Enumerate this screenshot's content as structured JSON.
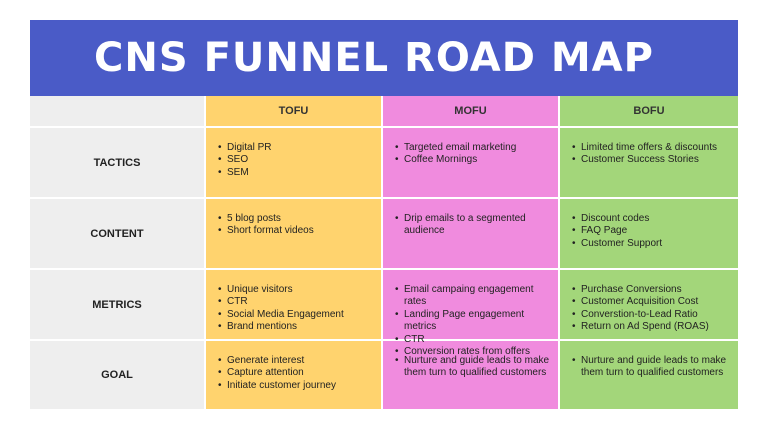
{
  "title": "CNS FUNNEL ROAD MAP",
  "columns": [
    "TOFU",
    "MOFU",
    "BOFU"
  ],
  "colors": {
    "banner": "#4a5bc7",
    "tofu": "#ffd36e",
    "mofu": "#f08bde",
    "bofu": "#a3d67a",
    "label_bg": "#eeeeee"
  },
  "rows": [
    {
      "label": "TACTICS",
      "tofu": [
        "Digital PR",
        "SEO",
        "SEM"
      ],
      "mofu": [
        "Targeted email marketing",
        "Coffee Mornings"
      ],
      "bofu": [
        "Limited time offers & discounts",
        "Customer Success Stories"
      ]
    },
    {
      "label": "CONTENT",
      "tofu": [
        "5 blog posts",
        "Short format videos"
      ],
      "mofu": [
        "Drip emails to a segmented audience"
      ],
      "bofu": [
        "Discount codes",
        "FAQ Page",
        "Customer Support"
      ]
    },
    {
      "label": "METRICS",
      "tofu": [
        "Unique visitors",
        "CTR",
        "Social Media Engagement",
        "Brand mentions"
      ],
      "mofu": [
        "Email campaing engagement rates",
        "Landing Page engagement metrics",
        "CTR",
        "Conversion rates from offers"
      ],
      "bofu": [
        "Purchase Conversions",
        "Customer Acquisition Cost",
        "Converstion-to-Lead Ratio",
        "Return on Ad Spend (ROAS)"
      ]
    },
    {
      "label": "GOAL",
      "tofu": [
        "Generate interest",
        "Capture attention",
        "Initiate customer journey"
      ],
      "mofu": [
        "Nurture and guide leads to make them turn to  qualified customers"
      ],
      "bofu": [
        "Nurture and guide leads to make them turn to qualified customers"
      ]
    }
  ]
}
